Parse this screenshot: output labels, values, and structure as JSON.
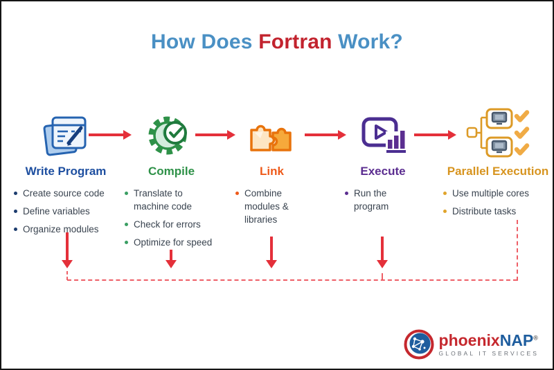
{
  "title": {
    "parts": [
      {
        "text": "How Does ",
        "color": "#4a90c4"
      },
      {
        "text": "Fortran",
        "color": "#c2232e"
      },
      {
        "text": " Work?",
        "color": "#4a90c4"
      }
    ]
  },
  "steps": [
    {
      "title": "Write Program",
      "accent": "#1e4fa0",
      "icon": "document-pen-icon",
      "bullets": [
        "Create source code",
        "Define variables",
        "Organize modules"
      ]
    },
    {
      "title": "Compile",
      "accent": "#2e9148",
      "icon": "gear-check-icon",
      "bullets": [
        "Translate to machine code",
        "Check for errors",
        "Optimize for speed"
      ]
    },
    {
      "title": "Link",
      "accent": "#ee5a1a",
      "icon": "puzzle-link-icon",
      "bullets": [
        "Combine modules & libraries"
      ]
    },
    {
      "title": "Execute",
      "accent": "#5b2d90",
      "icon": "play-run-icon",
      "bullets": [
        "Run the program"
      ]
    },
    {
      "title": "Parallel Execution",
      "accent": "#d7941f",
      "icon": "parallel-nodes-icon",
      "bullets": [
        "Use multiple cores",
        "Distribute tasks"
      ]
    }
  ],
  "flow": {
    "arrow_color": "#e4303a",
    "feedback_line_color": "#ee5e66"
  },
  "logo": {
    "brand_red": "phoenix",
    "brand_blue": "NAP",
    "registered": "®",
    "tagline": "GLOBAL IT SERVICES",
    "red": "#c5282e",
    "blue": "#1e5d9e"
  }
}
